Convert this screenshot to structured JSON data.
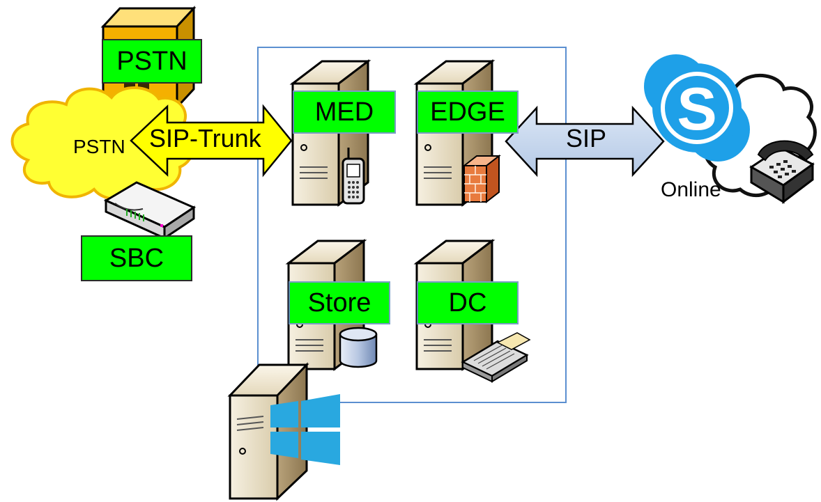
{
  "labels": {
    "pstn_top": "PSTN",
    "pstn_cloud": "PSTN",
    "sbc": "SBC",
    "sip_trunk": "SIP-Trunk",
    "med": "MED",
    "edge": "EDGE",
    "store": "Store",
    "dc": "DC",
    "sip": "SIP",
    "online": "Online"
  },
  "colors": {
    "label_fill": "#00ff00",
    "cloud_fill": "#ffff33",
    "cloud_edge": "#f0b400",
    "arrow_yellow": "#ffff00",
    "arrow_blue": "#c5d6ec",
    "frame_blue": "#5b8fd0",
    "server_tan": "#d8c9a6",
    "windows_blue": "#29a8e0",
    "skype_blue": "#1ea0e8"
  },
  "icons": [
    "pstn-switch-icon",
    "cloud-icon",
    "sbc-device-icon",
    "server-icon",
    "mobile-phone-icon",
    "firewall-icon",
    "database-icon",
    "fax-icon",
    "windows-logo-icon",
    "skype-logo-icon",
    "telephone-icon"
  ]
}
